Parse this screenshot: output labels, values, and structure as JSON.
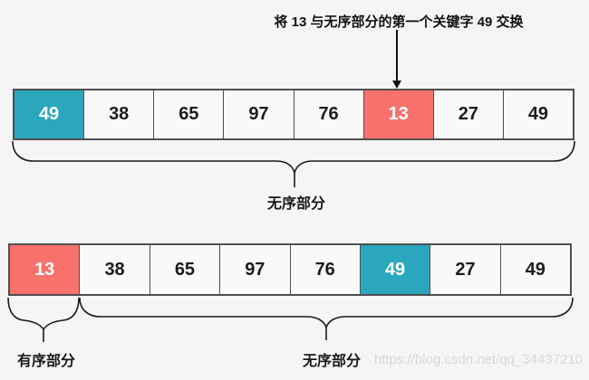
{
  "annotation": {
    "text": "将 13 与无序部分的第一个关键字 49 交换"
  },
  "colors": {
    "highlight_teal": "#2aa7bd",
    "highlight_red": "#f8716c",
    "cell_background": "#f9f9f9",
    "page_background": "#f5f5f5",
    "border": "#4f4f4f"
  },
  "top_array": {
    "cells": [
      {
        "value": "49",
        "highlight": "teal"
      },
      {
        "value": "38",
        "highlight": "none"
      },
      {
        "value": "65",
        "highlight": "none"
      },
      {
        "value": "97",
        "highlight": "none"
      },
      {
        "value": "76",
        "highlight": "none"
      },
      {
        "value": "13",
        "highlight": "red"
      },
      {
        "value": "27",
        "highlight": "none"
      },
      {
        "value": "49",
        "highlight": "none"
      }
    ],
    "brace_label": "无序部分"
  },
  "bottom_array": {
    "cells": [
      {
        "value": "13",
        "highlight": "red"
      },
      {
        "value": "38",
        "highlight": "none"
      },
      {
        "value": "65",
        "highlight": "none"
      },
      {
        "value": "97",
        "highlight": "none"
      },
      {
        "value": "76",
        "highlight": "none"
      },
      {
        "value": "49",
        "highlight": "teal"
      },
      {
        "value": "27",
        "highlight": "none"
      },
      {
        "value": "49",
        "highlight": "none"
      }
    ],
    "sorted_brace_label": "有序部分",
    "unsorted_brace_label": "无序部分"
  },
  "watermark": "https://blog.csdn.net/qq_34437210"
}
